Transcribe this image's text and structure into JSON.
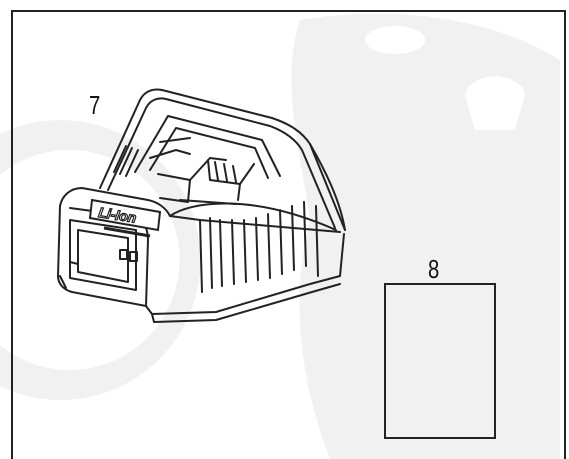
{
  "figure": {
    "parts": [
      {
        "number": "7",
        "name": "charger"
      },
      {
        "number": "8",
        "name": "label"
      }
    ],
    "charger_logo_text": "Li-Ion"
  },
  "colors": {
    "line": "#222222",
    "watermark": "#f1f1f1",
    "background": "#ffffff"
  }
}
